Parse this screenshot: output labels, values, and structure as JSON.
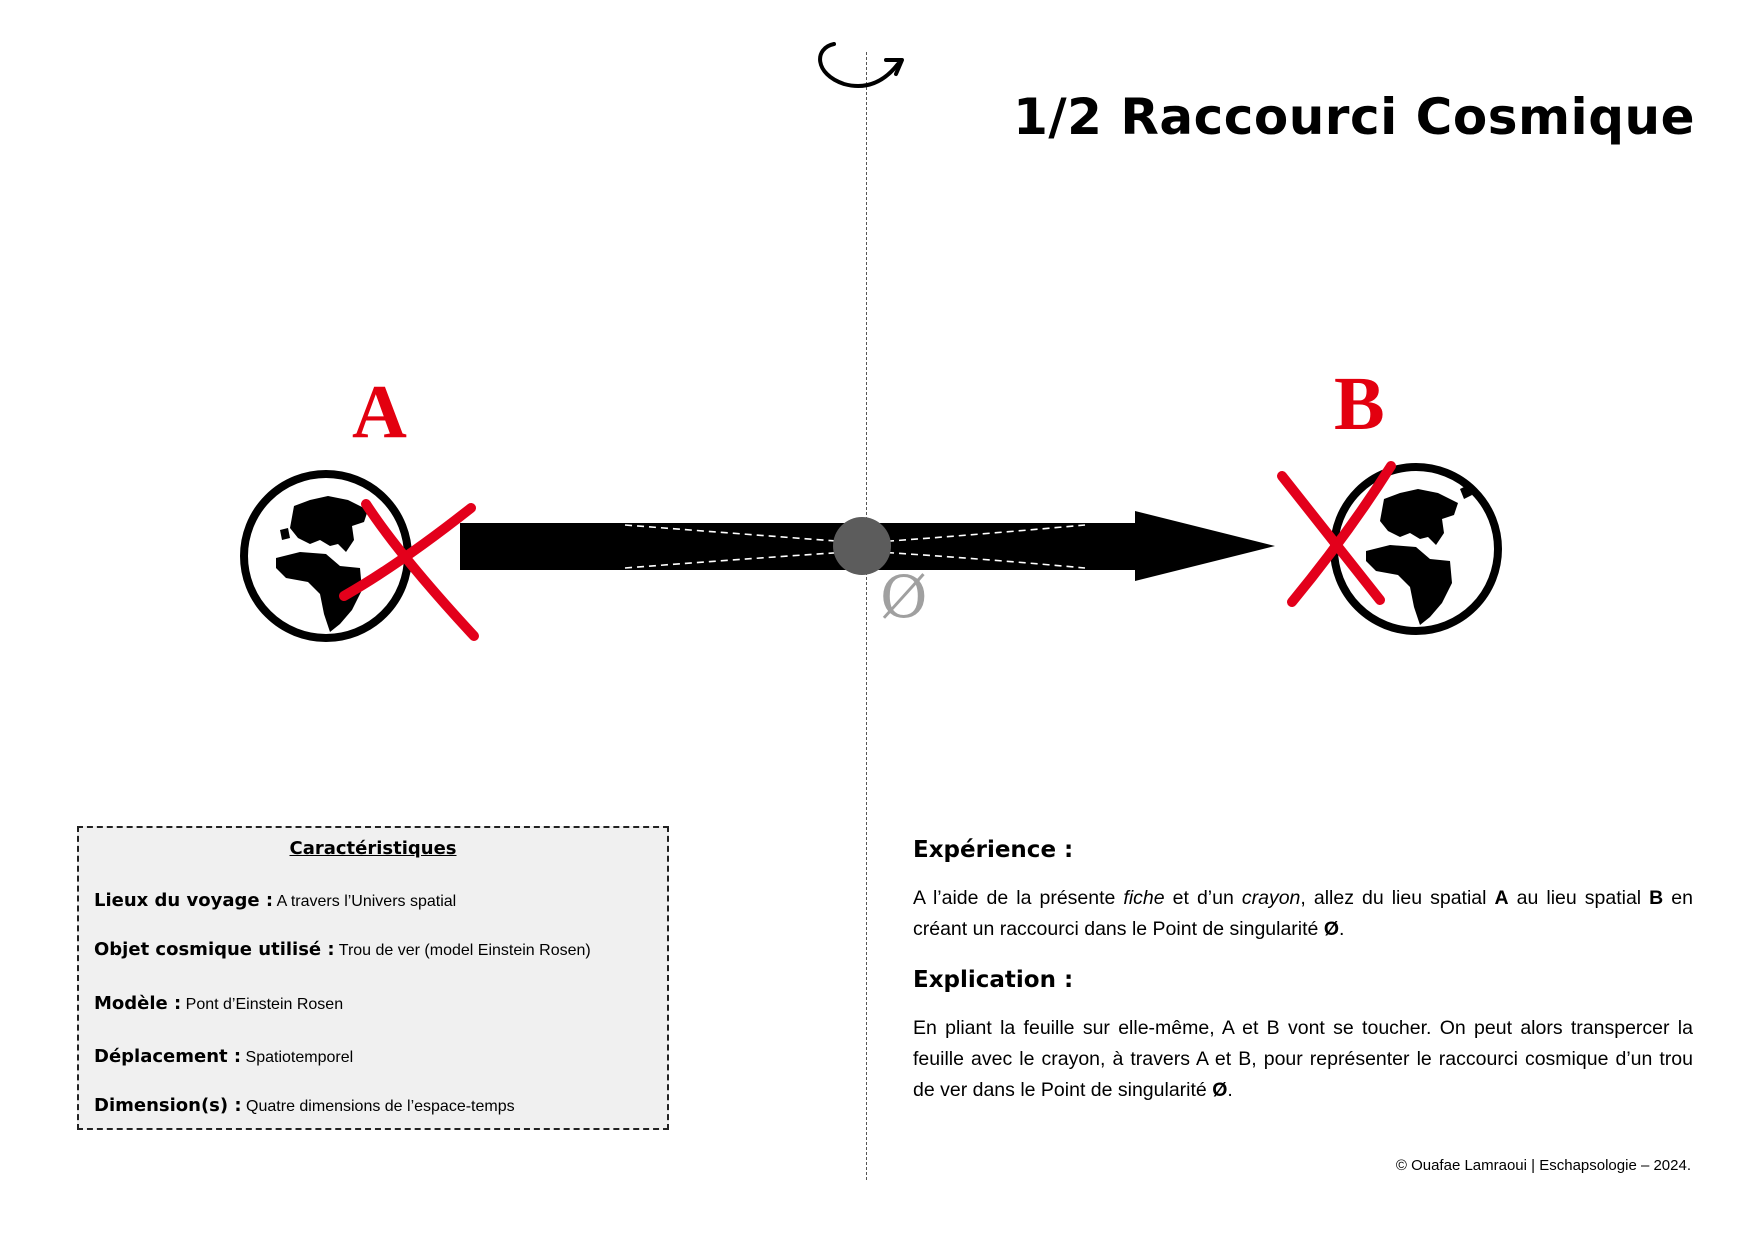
{
  "header": {
    "title": "1/2 Raccourci Cosmique"
  },
  "diagram": {
    "point_a_label": "A",
    "point_b_label": "B",
    "singularity_symbol": "Ø",
    "label_color": "#e3000f",
    "cross_color": "#e3001b",
    "symbol_color": "#a0a0a0",
    "icons": [
      "rotate-arrow-icon",
      "globe-icon",
      "cross-mark-icon",
      "singularity-dot-icon"
    ]
  },
  "characteristics": {
    "title": "Caractéristiques",
    "items": [
      {
        "label": "Lieux du voyage :",
        "value": "A travers l’Univers spatial"
      },
      {
        "label": "Objet cosmique utilisé :",
        "value": "Trou de ver (model Einstein Rosen)"
      },
      {
        "label": "Modèle :",
        "value": "Pont d’Einstein Rosen"
      },
      {
        "label": "Déplacement :",
        "value": "Spatiotemporel"
      },
      {
        "label": "Dimension(s) :",
        "value": "Quatre dimensions de l’espace-temps"
      }
    ]
  },
  "experience": {
    "heading": "Expérience :",
    "p1": "A l’aide de la présente ",
    "fiche": "fiche",
    "p2": " et d’un ",
    "crayon": "crayon",
    "p3": ", allez du lieu spatial ",
    "a": "A",
    "p4": " au lieu spatial ",
    "b": "B",
    "p5": " en créant un raccourci dans le Point de singularité ",
    "symbol": "Ø",
    "p6": "."
  },
  "explication": {
    "heading": "Explication :",
    "p1": "En pliant la feuille sur elle-même, A et B vont se toucher. On peut alors transpercer la feuille avec le crayon, à travers A et B, pour représenter le raccourci cosmique d’un trou de ver dans le Point de singularité ",
    "symbol": "Ø",
    "p2": "."
  },
  "footer": {
    "credit": "© Ouafae Lamraoui | Eschapsologie – 2024."
  }
}
